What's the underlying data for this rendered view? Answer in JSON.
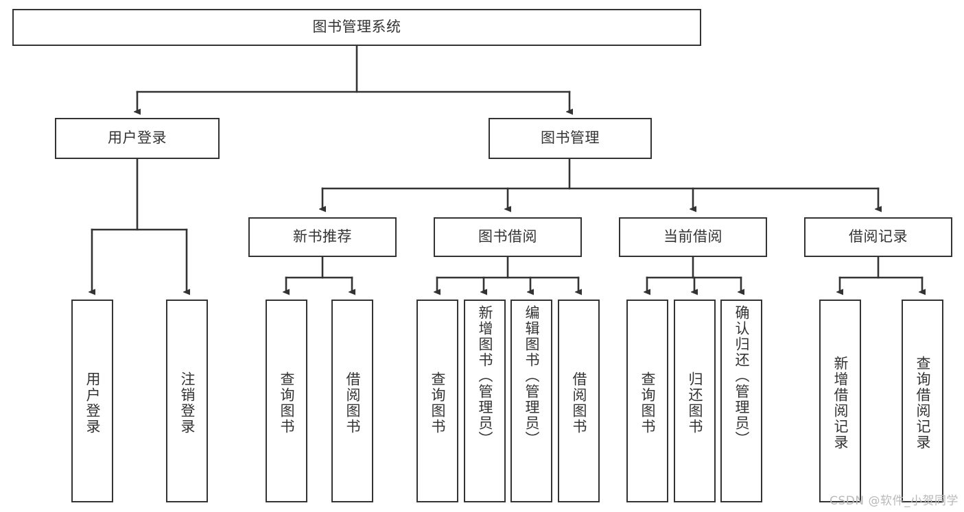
{
  "diagram": {
    "title": "图书管理系统",
    "type": "hierarchy-tree",
    "root": {
      "id": "root",
      "label": "图书管理系统"
    },
    "level2": [
      {
        "id": "user-login",
        "label": "用户登录"
      },
      {
        "id": "book-manage",
        "label": "图书管理"
      }
    ],
    "level3": [
      {
        "id": "new-book-recommend",
        "label": "新书推荐",
        "parent": "book-manage"
      },
      {
        "id": "book-borrow",
        "label": "图书借阅",
        "parent": "book-manage"
      },
      {
        "id": "current-borrow",
        "label": "当前借阅",
        "parent": "book-manage"
      },
      {
        "id": "borrow-record",
        "label": "借阅记录",
        "parent": "book-manage"
      }
    ],
    "leaves": [
      {
        "id": "leaf-user-login",
        "label": "用户登录",
        "parent": "user-login"
      },
      {
        "id": "leaf-logout-login",
        "label": "注销登录",
        "parent": "user-login"
      },
      {
        "id": "leaf-query-book-1",
        "label": "查询图书",
        "parent": "new-book-recommend"
      },
      {
        "id": "leaf-borrow-book-1",
        "label": "借阅图书",
        "parent": "new-book-recommend"
      },
      {
        "id": "leaf-query-book-2",
        "label": "查询图书",
        "parent": "book-borrow"
      },
      {
        "id": "leaf-add-book",
        "label": "新增图书（管理员）",
        "parent": "book-borrow"
      },
      {
        "id": "leaf-edit-book",
        "label": "编辑图书（管理员）",
        "parent": "book-borrow"
      },
      {
        "id": "leaf-borrow-book-2",
        "label": "借阅图书",
        "parent": "book-borrow"
      },
      {
        "id": "leaf-query-book-3",
        "label": "查询图书",
        "parent": "current-borrow"
      },
      {
        "id": "leaf-return-book",
        "label": "归还图书",
        "parent": "current-borrow"
      },
      {
        "id": "leaf-confirm-return",
        "label": "确认归还（管理员）",
        "parent": "current-borrow"
      },
      {
        "id": "leaf-add-record",
        "label": "新增借阅记录",
        "parent": "borrow-record"
      },
      {
        "id": "leaf-query-record",
        "label": "查询借阅记录",
        "parent": "borrow-record"
      }
    ],
    "colors": {
      "stroke": "#333333",
      "fill": "#ffffff",
      "text": "#333333",
      "watermark": "#b9b9b9"
    }
  },
  "watermark": {
    "text": "CSDN @软件_小贺同学"
  }
}
